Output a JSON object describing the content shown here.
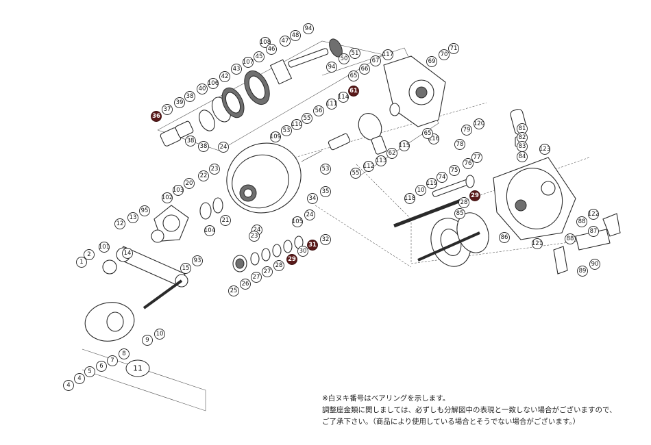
{
  "diagram": {
    "notes": [
      "※白ヌキ番号はベアリングを示します。",
      "調整座金類に関しましては、必ずしも分解図中の表現と一致しない場合がございますので、",
      "ご了承下さい。（商品により使用している場合とそうでない場合がございます。）"
    ],
    "group_label": "11",
    "bearing_color": "#5a1a1a",
    "callouts": [
      {
        "label": "94",
        "bearing": false
      },
      {
        "label": "48",
        "bearing": false
      },
      {
        "label": "47",
        "bearing": false
      },
      {
        "label": "108",
        "bearing": false
      },
      {
        "label": "46",
        "bearing": false
      },
      {
        "label": "45",
        "bearing": false
      },
      {
        "label": "51",
        "bearing": false
      },
      {
        "label": "50",
        "bearing": false
      },
      {
        "label": "94",
        "bearing": false
      },
      {
        "label": "107",
        "bearing": false
      },
      {
        "label": "43",
        "bearing": false
      },
      {
        "label": "42",
        "bearing": false
      },
      {
        "label": "106",
        "bearing": false
      },
      {
        "label": "40",
        "bearing": false
      },
      {
        "label": "38",
        "bearing": false
      },
      {
        "label": "39",
        "bearing": false
      },
      {
        "label": "37",
        "bearing": false
      },
      {
        "label": "36",
        "bearing": true
      },
      {
        "label": "38",
        "bearing": false
      },
      {
        "label": "38",
        "bearing": false
      },
      {
        "label": "117",
        "bearing": false
      },
      {
        "label": "67",
        "bearing": false
      },
      {
        "label": "66",
        "bearing": false
      },
      {
        "label": "65",
        "bearing": false
      },
      {
        "label": "69",
        "bearing": false
      },
      {
        "label": "70",
        "bearing": false
      },
      {
        "label": "71",
        "bearing": false
      },
      {
        "label": "61",
        "bearing": true
      },
      {
        "label": "114",
        "bearing": false
      },
      {
        "label": "111",
        "bearing": false
      },
      {
        "label": "56",
        "bearing": false
      },
      {
        "label": "55",
        "bearing": false
      },
      {
        "label": "110",
        "bearing": false
      },
      {
        "label": "53",
        "bearing": false
      },
      {
        "label": "109",
        "bearing": false
      },
      {
        "label": "116",
        "bearing": false
      },
      {
        "label": "65",
        "bearing": false
      },
      {
        "label": "115",
        "bearing": false
      },
      {
        "label": "62",
        "bearing": false
      },
      {
        "label": "113",
        "bearing": false
      },
      {
        "label": "112",
        "bearing": false
      },
      {
        "label": "55",
        "bearing": false
      },
      {
        "label": "53",
        "bearing": false
      },
      {
        "label": "24",
        "bearing": false
      },
      {
        "label": "23",
        "bearing": false
      },
      {
        "label": "22",
        "bearing": false
      },
      {
        "label": "20",
        "bearing": false
      },
      {
        "label": "103",
        "bearing": false
      },
      {
        "label": "102",
        "bearing": false
      },
      {
        "label": "35",
        "bearing": false
      },
      {
        "label": "34",
        "bearing": false
      },
      {
        "label": "95",
        "bearing": false
      },
      {
        "label": "13",
        "bearing": false
      },
      {
        "label": "12",
        "bearing": false
      },
      {
        "label": "21",
        "bearing": false
      },
      {
        "label": "104",
        "bearing": false
      },
      {
        "label": "24",
        "bearing": false
      },
      {
        "label": "105",
        "bearing": false
      },
      {
        "label": "24",
        "bearing": false
      },
      {
        "label": "23",
        "bearing": false
      },
      {
        "label": "32",
        "bearing": false
      },
      {
        "label": "31",
        "bearing": true
      },
      {
        "label": "30",
        "bearing": false
      },
      {
        "label": "29",
        "bearing": true
      },
      {
        "label": "28",
        "bearing": false
      },
      {
        "label": "27",
        "bearing": false
      },
      {
        "label": "27",
        "bearing": false
      },
      {
        "label": "26",
        "bearing": false
      },
      {
        "label": "25",
        "bearing": false
      },
      {
        "label": "2",
        "bearing": false
      },
      {
        "label": "101",
        "bearing": false
      },
      {
        "label": "14",
        "bearing": false
      },
      {
        "label": "1",
        "bearing": false
      },
      {
        "label": "15",
        "bearing": false
      },
      {
        "label": "93",
        "bearing": false
      },
      {
        "label": "9",
        "bearing": false
      },
      {
        "label": "10",
        "bearing": false
      },
      {
        "label": "8",
        "bearing": false
      },
      {
        "label": "7",
        "bearing": false
      },
      {
        "label": "6",
        "bearing": false
      },
      {
        "label": "5",
        "bearing": false
      },
      {
        "label": "4",
        "bearing": false
      },
      {
        "label": "4",
        "bearing": false
      },
      {
        "label": "120",
        "bearing": false
      },
      {
        "label": "79",
        "bearing": false
      },
      {
        "label": "81",
        "bearing": false
      },
      {
        "label": "82",
        "bearing": false
      },
      {
        "label": "83",
        "bearing": false
      },
      {
        "label": "84",
        "bearing": false
      },
      {
        "label": "123",
        "bearing": false
      },
      {
        "label": "78",
        "bearing": false
      },
      {
        "label": "77",
        "bearing": false
      },
      {
        "label": "76",
        "bearing": false
      },
      {
        "label": "75",
        "bearing": false
      },
      {
        "label": "74",
        "bearing": false
      },
      {
        "label": "119",
        "bearing": false
      },
      {
        "label": "10",
        "bearing": false
      },
      {
        "label": "118",
        "bearing": false
      },
      {
        "label": "29",
        "bearing": true
      },
      {
        "label": "28",
        "bearing": false
      },
      {
        "label": "85",
        "bearing": false
      },
      {
        "label": "86",
        "bearing": false
      },
      {
        "label": "122",
        "bearing": false
      },
      {
        "label": "88",
        "bearing": false
      },
      {
        "label": "87",
        "bearing": false
      },
      {
        "label": "88",
        "bearing": false
      },
      {
        "label": "121",
        "bearing": false
      },
      {
        "label": "90",
        "bearing": false
      },
      {
        "label": "89",
        "bearing": false
      }
    ]
  }
}
